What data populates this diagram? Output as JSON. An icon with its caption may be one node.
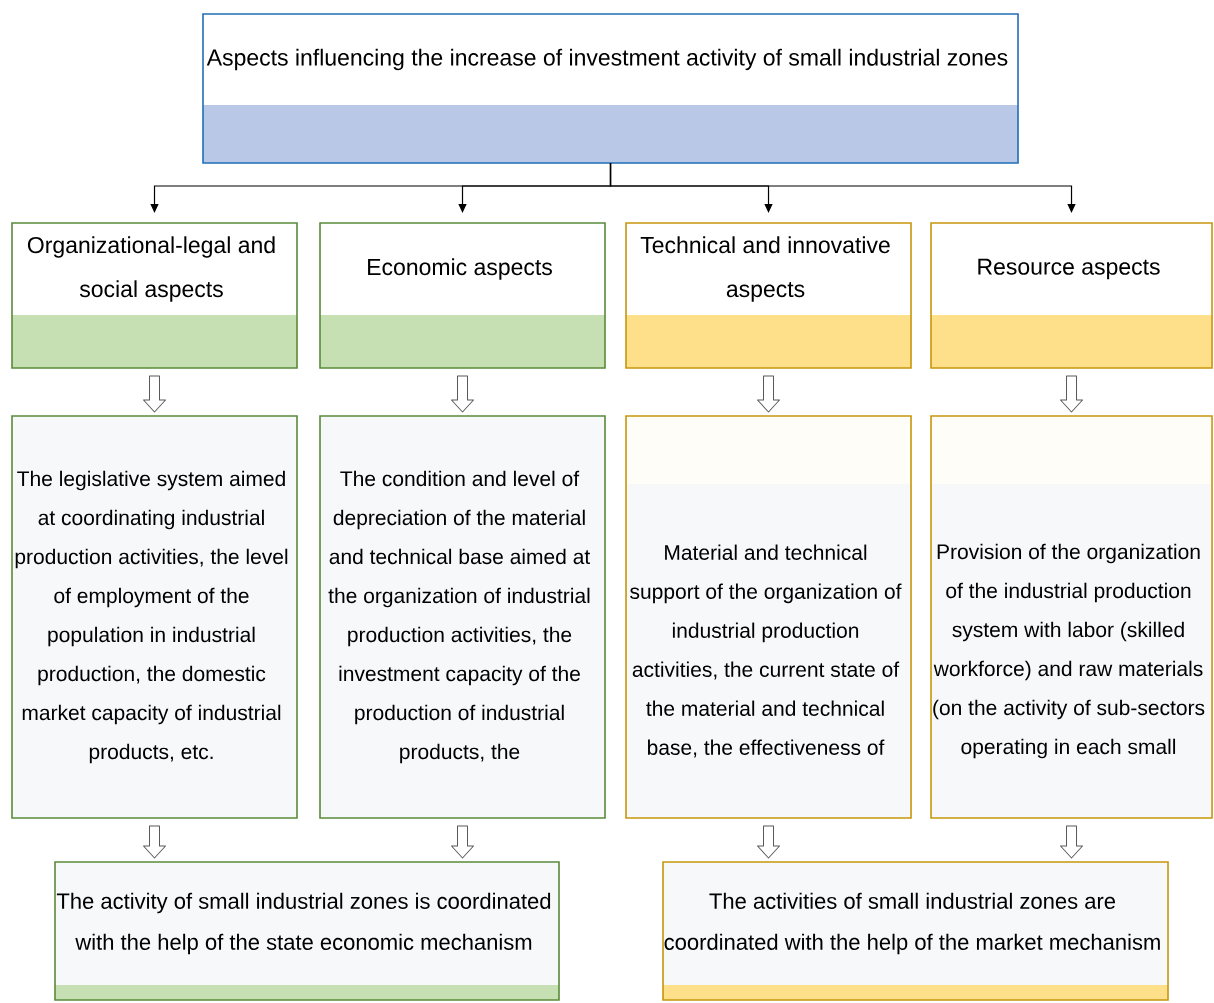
{
  "diagram": {
    "nodes": [
      {
        "text": [
          "Aspects influencing the increase of investment activity of small industrial zones"
        ]
      },
      {
        "text": [
          "Organizational-legal and social aspects"
        ]
      },
      {
        "text": [
          "Economic aspects"
        ]
      },
      {
        "text": [
          "Technical and innovative aspects"
        ]
      },
      {
        "text": [
          "Resource aspects"
        ]
      },
      {
        "text": [
          "The legislative system aimed at coordinating industrial production activities, the level of employment of the population in industrial production, the domestic market capacity of industrial products, etc."
        ]
      },
      {
        "text": [
          "The condition and level of depreciation of the material and technical base aimed at the organization of industrial production activities, the investment capacity of the production of industrial products, the"
        ]
      },
      {
        "text": [
          "Material and technical support of the organization of industrial production activities, the current state of the material and technical base, the effectiveness of"
        ]
      },
      {
        "text": [
          "Provision of the organization of the industrial production system with labor (skilled workforce) and raw materials (on the activity of sub-sectors operating in each small"
        ]
      },
      {
        "text": [
          "The activity of small industrial zones is coordinated with the help of the state economic mechanism"
        ]
      },
      {
        "text": [
          "The activities of small industrial zones are coordinated with the help of the market mechanism"
        ]
      }
    ],
    "edges": [
      {
        "from": 0,
        "to": 1,
        "arrow": "to"
      },
      {
        "from": 0,
        "to": 2,
        "arrow": "to"
      },
      {
        "from": 0,
        "to": 3,
        "arrow": "to"
      },
      {
        "from": 0,
        "to": 4,
        "arrow": "to"
      },
      {
        "from": 1,
        "to": 5,
        "arrow": "to"
      },
      {
        "from": 2,
        "to": 6,
        "arrow": "to"
      },
      {
        "from": 3,
        "to": 7,
        "arrow": "to"
      },
      {
        "from": 4,
        "to": 8,
        "arrow": "to"
      },
      {
        "from": 5,
        "to": 9,
        "arrow": "to"
      },
      {
        "from": 6,
        "to": 9,
        "arrow": "to"
      },
      {
        "from": 7,
        "to": 10,
        "arrow": "to"
      },
      {
        "from": 8,
        "to": 10,
        "arrow": "to"
      }
    ]
  }
}
